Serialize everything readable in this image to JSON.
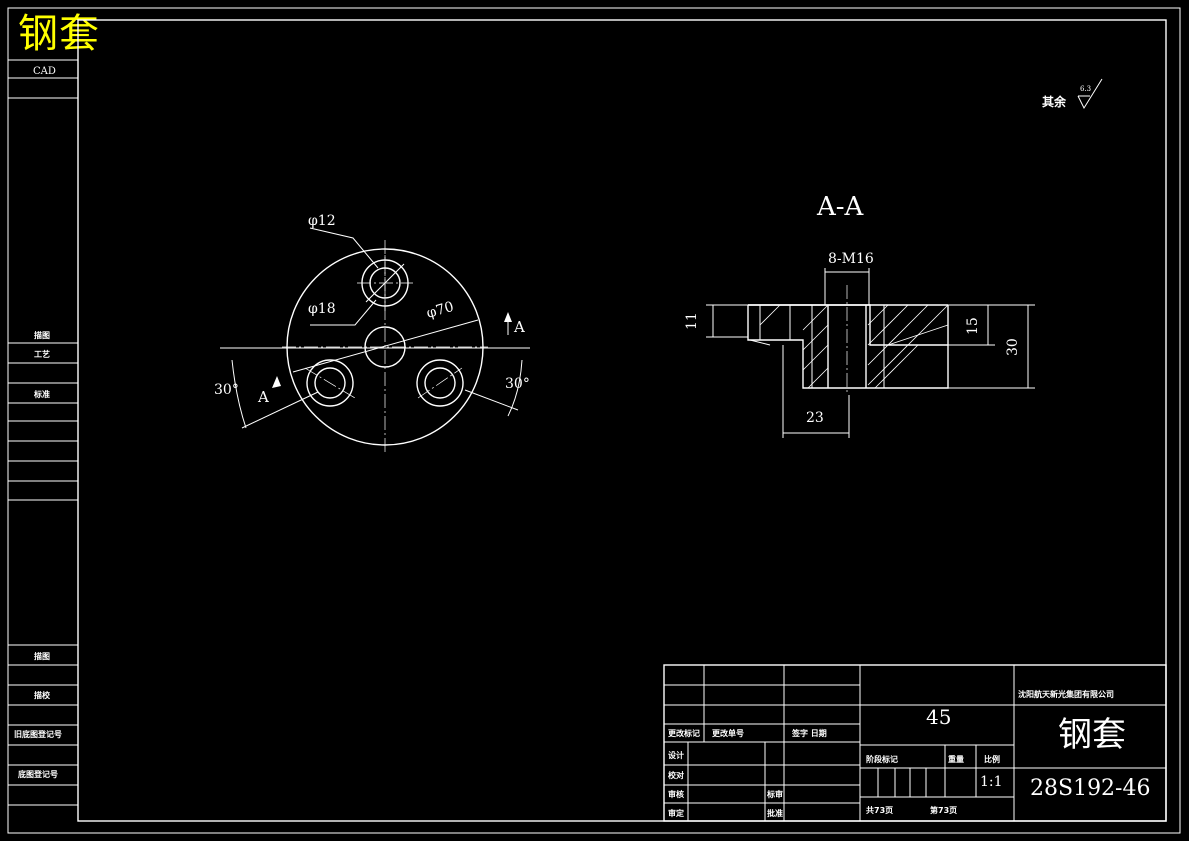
{
  "title_overlay": "钢套",
  "cad_label": "CAD",
  "roughness_note": {
    "prefix": "其余",
    "value": "6.3"
  },
  "section_label": "A-A",
  "section_marker": "A",
  "front_view": {
    "d_hole": "φ12",
    "d_counterbore": "φ18",
    "d_outer": "φ70",
    "angle_left": "30°",
    "angle_right": "30°",
    "section_mark_left": "A",
    "section_mark_right": "A"
  },
  "section_view": {
    "thread": "8-M16",
    "dim_left_height": "11",
    "dim_right_inner": "15",
    "dim_right_total": "30",
    "dim_bottom": "23"
  },
  "left_strip": {
    "labels": [
      "描图",
      "工艺",
      "标准",
      "描图",
      "描校",
      "旧底图登记号",
      "底图登记号"
    ]
  },
  "title_block": {
    "company": "沈阳航天新光集团有限公司",
    "material": "45",
    "part_name": "钢套",
    "drawing_number": "28S192-46",
    "scale_label": "比例",
    "scale": "1:1",
    "stage_label": "阶段标记",
    "weight_label": "重量",
    "sheets": "共73页",
    "sheet": "第73页",
    "rev_marks": "更改标记",
    "rev_doc": "更改单号",
    "sign_date": "签字  日期",
    "design": "设计",
    "check": "校对",
    "review": "审核",
    "approve": "审定",
    "standard": "标审",
    "approve2": "批准"
  }
}
